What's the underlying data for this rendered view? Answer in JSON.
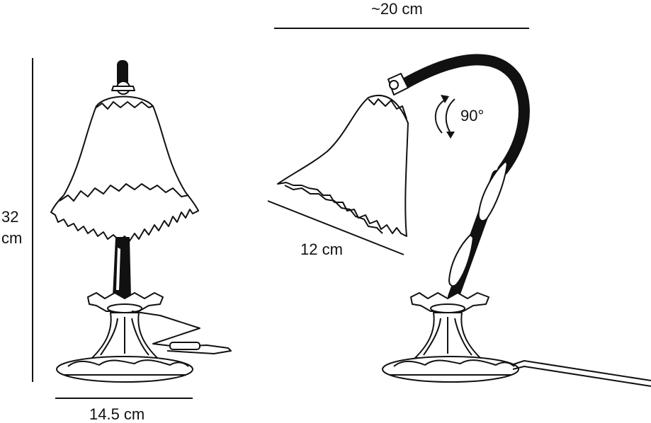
{
  "dimensions": {
    "reach_width": "~20 cm",
    "height_value": "32",
    "height_unit": "cm",
    "base_diameter": "14.5 cm",
    "shade_length": "12 cm",
    "rotation_angle": "90°"
  },
  "colors": {
    "stroke": "#111111",
    "background": "#ffffff",
    "arm": "#111111"
  }
}
